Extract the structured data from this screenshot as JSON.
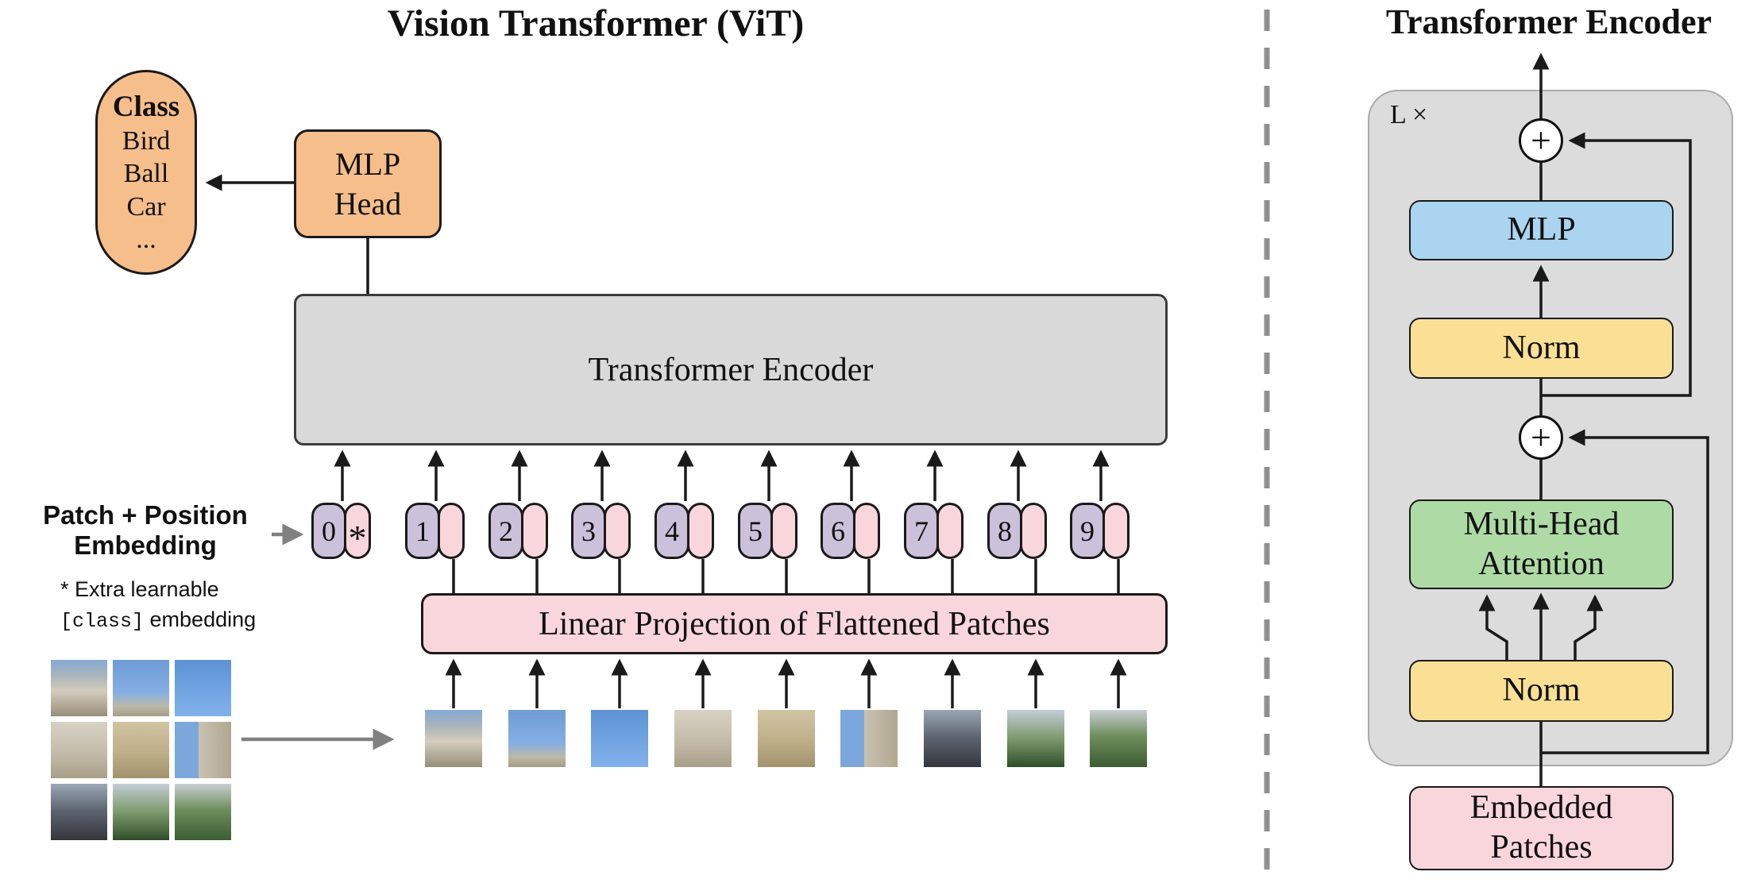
{
  "left": {
    "title": "Vision Transformer (ViT)",
    "class_capsule": {
      "heading": "Class",
      "items": [
        "Bird",
        "Ball",
        "Car",
        "..."
      ]
    },
    "mlp_head": {
      "line1": "MLP",
      "line2": "Head"
    },
    "encoder_label": "Transformer Encoder",
    "patch_embed_label": {
      "line1": "Patch + Position",
      "line2": "Embedding"
    },
    "note": {
      "line1": "* Extra learnable",
      "line2_code": "[class]",
      "line2_rest": " embedding"
    },
    "projection_label": "Linear Projection of Flattened Patches",
    "tokens": [
      {
        "index": "0",
        "embed": "*"
      },
      {
        "index": "1",
        "embed": ""
      },
      {
        "index": "2",
        "embed": ""
      },
      {
        "index": "3",
        "embed": ""
      },
      {
        "index": "4",
        "embed": ""
      },
      {
        "index": "5",
        "embed": ""
      },
      {
        "index": "6",
        "embed": ""
      },
      {
        "index": "7",
        "embed": ""
      },
      {
        "index": "8",
        "embed": ""
      },
      {
        "index": "9",
        "embed": ""
      }
    ]
  },
  "right": {
    "title": "Transformer Encoder",
    "loop_label": "L ×",
    "plus_top": "+",
    "plus_mid": "+",
    "mlp_label": "MLP",
    "norm_top_label": "Norm",
    "mha": {
      "line1": "Multi-Head",
      "line2": "Attention"
    },
    "norm_bottom_label": "Norm",
    "embedded": {
      "line1": "Embedded",
      "line2": "Patches"
    }
  },
  "colors": {
    "orange": "#F6BE8B",
    "encoder_gray": "#D9D9D9",
    "container_gray": "#DCDCDC",
    "purple_token": "#CBC1DB",
    "pink": "#F9D6DC",
    "mlp_blue": "#AAD4F0",
    "norm_yellow": "#FAE095",
    "attention_green": "#AEDBA5",
    "line_black": "#1a1a1a",
    "divider_gray": "#909090"
  }
}
